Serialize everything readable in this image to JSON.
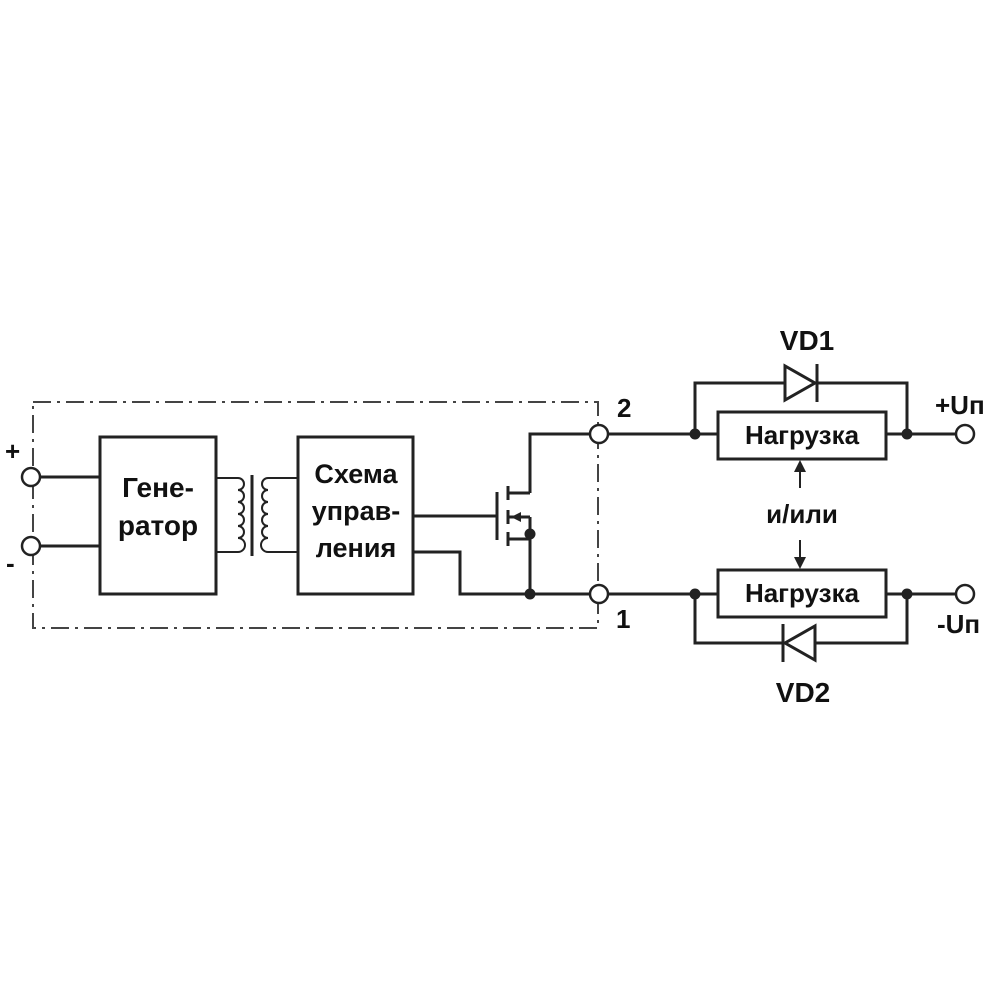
{
  "inputs": {
    "plus": "+",
    "minus": "-"
  },
  "blocks": {
    "generator": {
      "line1": "Гене-",
      "line2": "ратор"
    },
    "control": {
      "line1": "Схема",
      "line2": "управ-",
      "line3": "ления"
    },
    "load_top": "Нагрузка",
    "load_bottom": "Нагрузка"
  },
  "terminals": {
    "t2": "2",
    "t1": "1"
  },
  "diodes": {
    "top": "VD1",
    "bottom": "VD2"
  },
  "outputs": {
    "plus": "+Uп",
    "minus": "-Uп"
  },
  "connector_note": "и/или"
}
